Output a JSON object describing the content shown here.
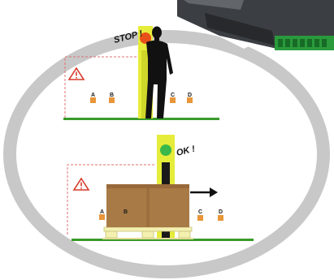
{
  "top_panel": {
    "callout": "STOP !",
    "light_state": "red",
    "markers": [
      "A",
      "B",
      "C",
      "D"
    ]
  },
  "bottom_panel": {
    "callout": "OK !",
    "light_state": "green",
    "markers": [
      "A",
      "B",
      "C",
      "D"
    ]
  },
  "icons": {
    "warning": "warning-triangle-icon",
    "direction": "right-arrow-icon",
    "person": "person-silhouette",
    "device": "control-unit-device"
  },
  "colors": {
    "ring": "#c8c8c8",
    "ground": "#3a9a2a",
    "light_column": "#e6ec3a",
    "light_red": "#e8501a",
    "light_green": "#3ab84a",
    "zone_border": "#e07070",
    "marker": "#e8963a",
    "box": "#a87a45",
    "pallet": "#f4f0b0"
  }
}
